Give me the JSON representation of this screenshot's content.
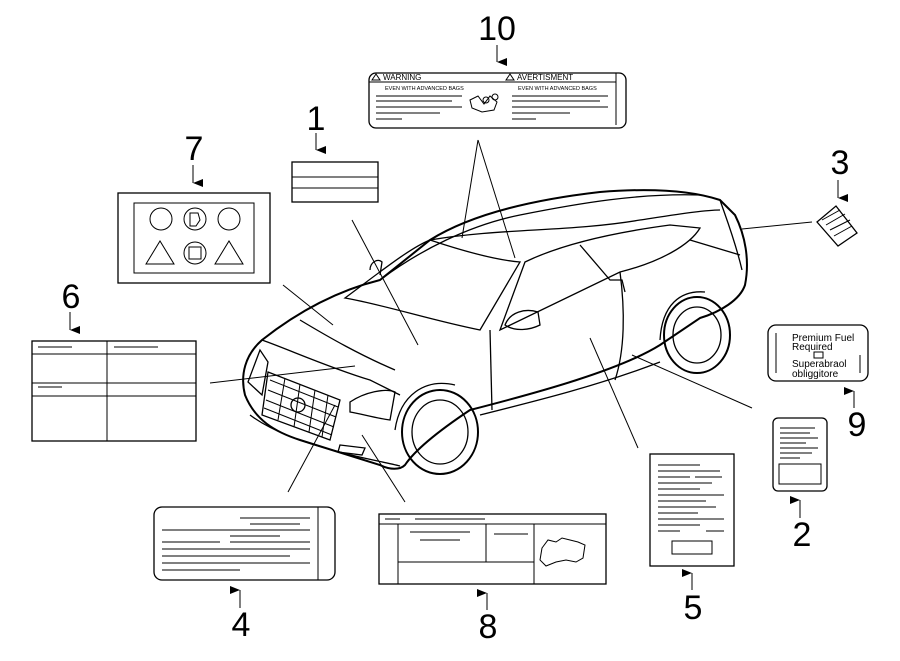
{
  "callouts": {
    "c1": "1",
    "c2": "2",
    "c3": "3",
    "c4": "4",
    "c5": "5",
    "c6": "6",
    "c7": "7",
    "c8": "8",
    "c9": "9",
    "c10": "10"
  },
  "label10": {
    "warning": "WARNING",
    "advertisement": "AVERTISMENT",
    "sub_left": "EVEN WITH ADVANCED BAGS",
    "sub_right": "EVEN WITH ADVANCED BAGS"
  },
  "label9": {
    "line1": "Premium Fuel",
    "line2": "Required",
    "line3": "Superabraol",
    "line4": "obliggitore"
  }
}
